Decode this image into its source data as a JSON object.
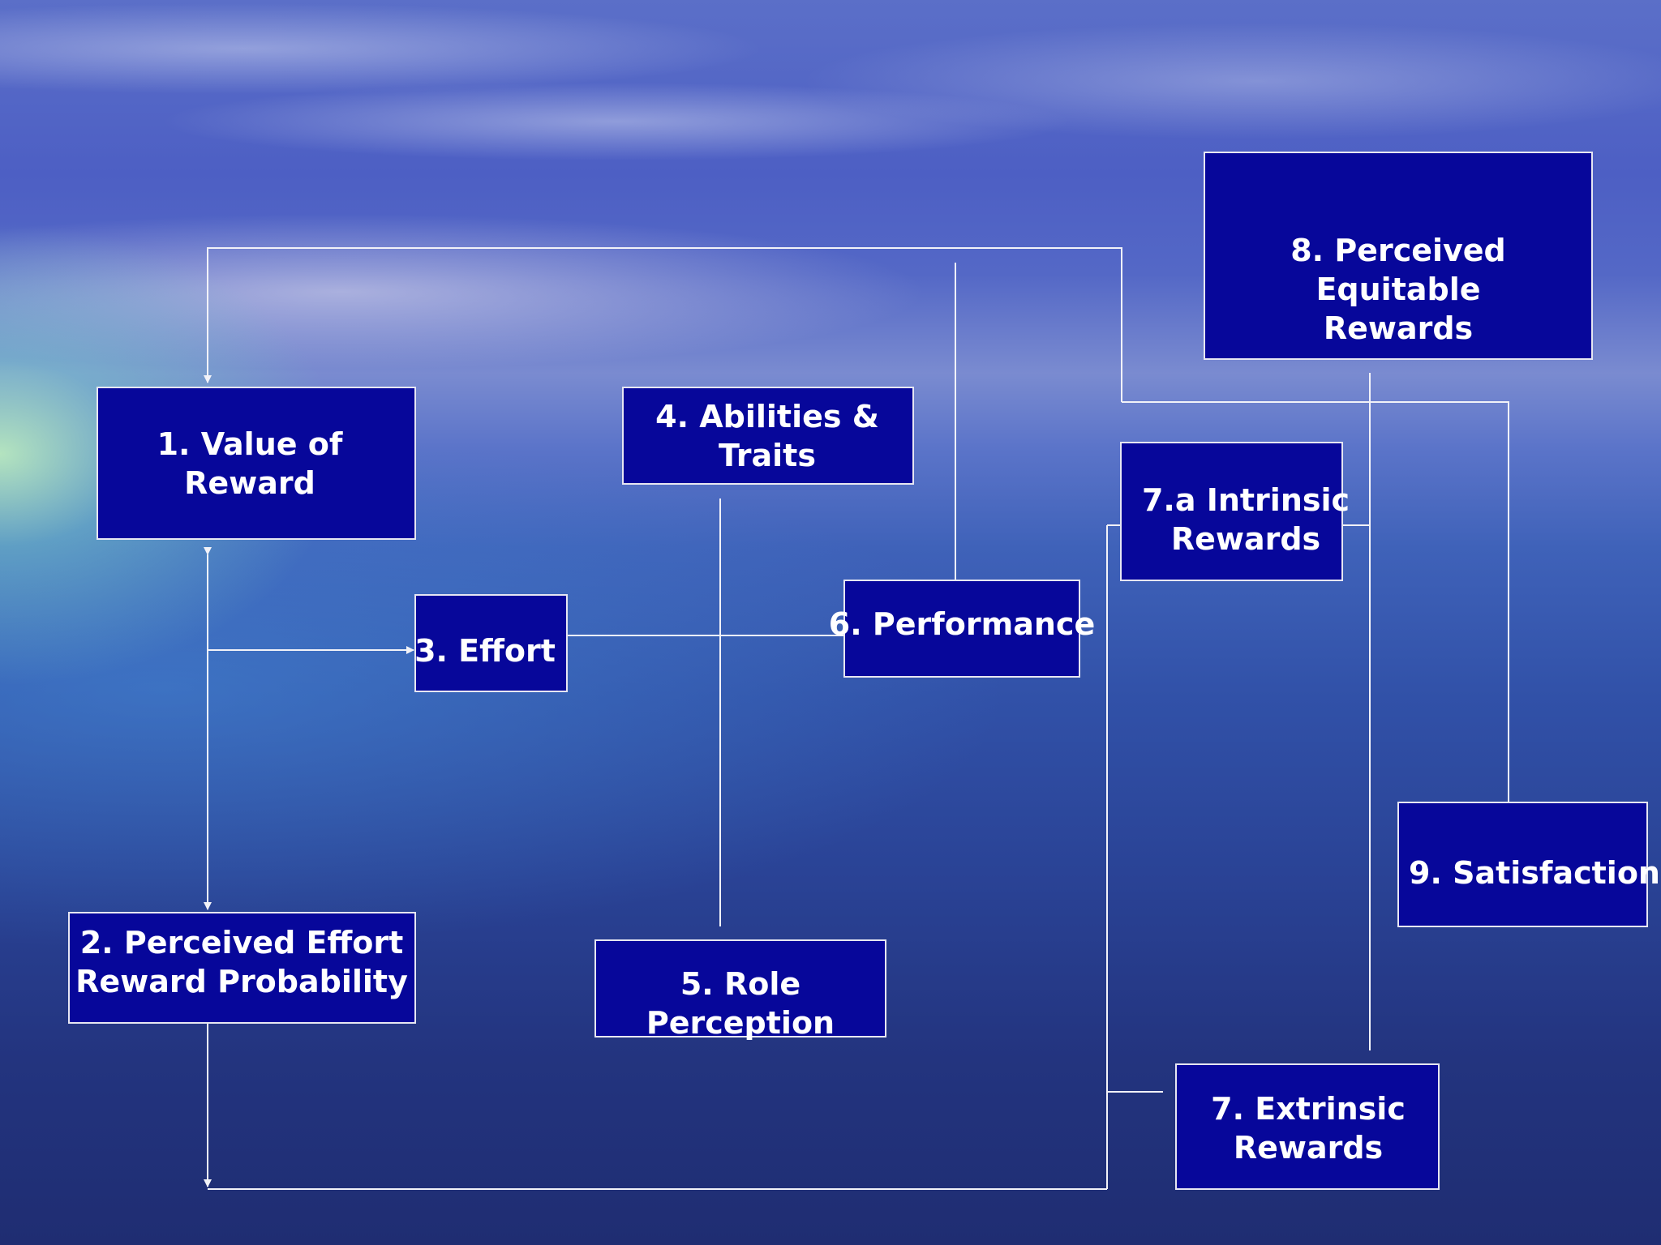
{
  "nodes": [
    {
      "id": "value_of_reward",
      "lines": [
        "1. Value of",
        "Reward"
      ]
    },
    {
      "id": "perceived_effort_reward_probability",
      "lines": [
        "2. Perceived Effort",
        "Reward Probability"
      ]
    },
    {
      "id": "effort",
      "lines": [
        "3. Effort"
      ]
    },
    {
      "id": "abilities_traits",
      "lines": [
        "4. Abilities &",
        "Traits"
      ]
    },
    {
      "id": "role_perception",
      "lines": [
        "5. Role",
        "Perception"
      ]
    },
    {
      "id": "performance",
      "lines": [
        "6. Performance"
      ]
    },
    {
      "id": "extrinsic_rewards",
      "lines": [
        "7. Extrinsic",
        "Rewards"
      ]
    },
    {
      "id": "intrinsic_rewards",
      "lines": [
        "7.a Intrinsic",
        "Rewards"
      ]
    },
    {
      "id": "perceived_equitable_rewards",
      "lines": [
        "8. Perceived",
        "Equitable",
        "Rewards"
      ]
    },
    {
      "id": "satisfaction",
      "lines": [
        "9. Satisfaction"
      ]
    }
  ],
  "colors": {
    "box_fill": "#07079a",
    "box_border": "#e6e6f2",
    "connector": "#f2f2f8",
    "text": "#ffffff"
  }
}
